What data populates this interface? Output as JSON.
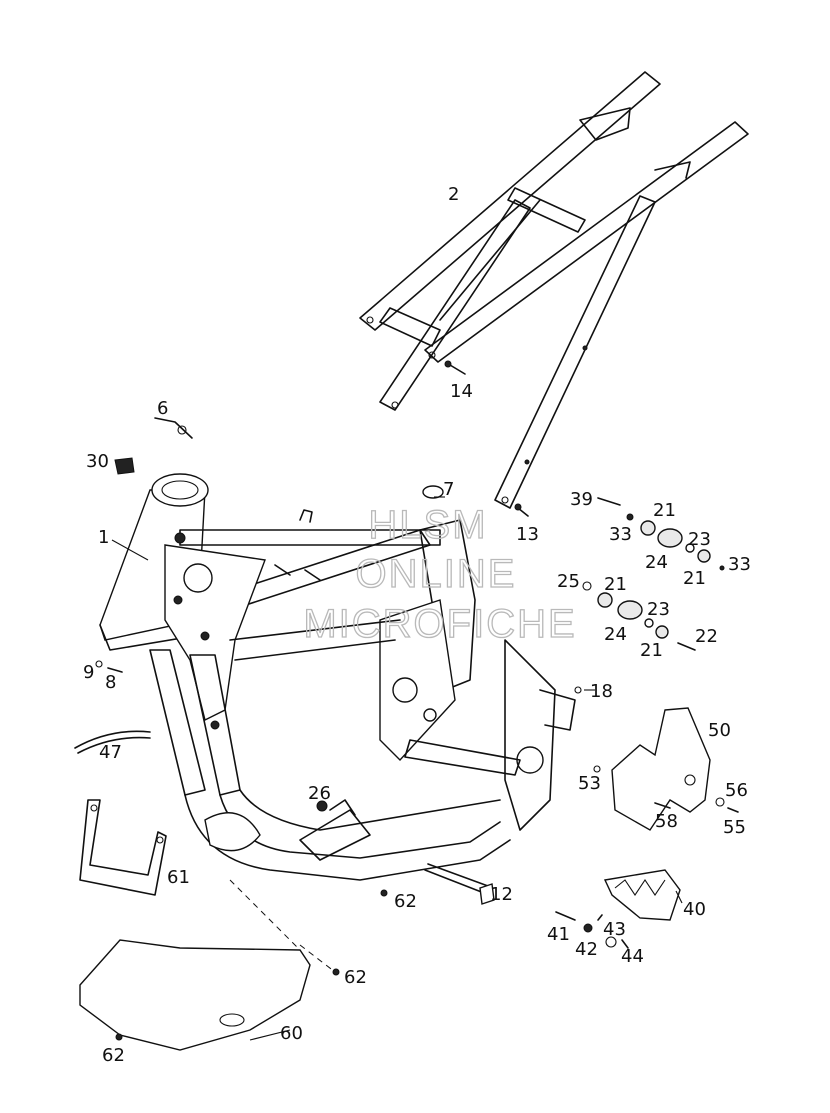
{
  "watermark": {
    "line1": "HLSM",
    "line2": "ONLINE",
    "line3": "MICROFICHE"
  },
  "labels": {
    "p1": "1",
    "p2": "2",
    "p6": "6",
    "p7": "7",
    "p8": "8",
    "p9": "9",
    "p12": "12",
    "p13": "13",
    "p14": "14",
    "p18": "18",
    "p21a": "21",
    "p21b": "21",
    "p21c": "21",
    "p21d": "21",
    "p22": "22",
    "p23a": "23",
    "p23b": "23",
    "p24a": "24",
    "p24b": "24",
    "p25": "25",
    "p26": "26",
    "p30": "30",
    "p33a": "33",
    "p33b": "33",
    "p39": "39",
    "p40": "40",
    "p41": "41",
    "p42": "42",
    "p43": "43",
    "p44": "44",
    "p47": "47",
    "p50": "50",
    "p53": "53",
    "p55": "55",
    "p56": "56",
    "p58": "58",
    "p60": "60",
    "p61": "61",
    "p62a": "62",
    "p62b": "62",
    "p62c": "62"
  }
}
